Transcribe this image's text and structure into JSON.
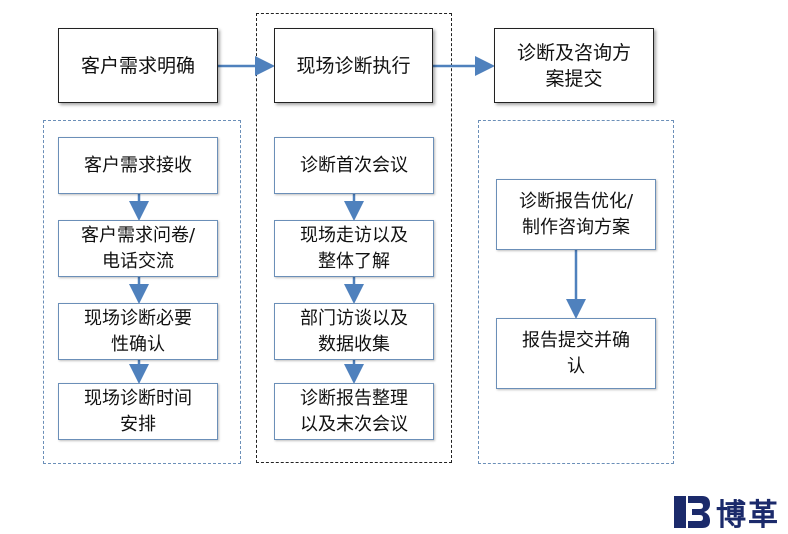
{
  "stages": {
    "stage1": "客户需求明确",
    "stage2": "现场诊断执行",
    "stage3": "诊断及咨询方\n案提交"
  },
  "steps": {
    "s1": [
      "客户需求接收",
      "客户需求问卷/\n电话交流",
      "现场诊断必要\n性确认",
      "现场诊断时间\n安排"
    ],
    "s2": [
      "诊断首次会议",
      "现场走访以及\n整体了解",
      "部门访谈以及\n数据收集",
      "诊断报告整理\n以及末次会议"
    ],
    "s3": [
      "诊断报告优化/\n制作咨询方案",
      "报告提交并确\n认"
    ]
  },
  "logo": {
    "text": "博革",
    "mark_color": "#1b2a6b"
  },
  "colors": {
    "arrow": "#4f81bd",
    "step_border": "#6b8fb8"
  }
}
